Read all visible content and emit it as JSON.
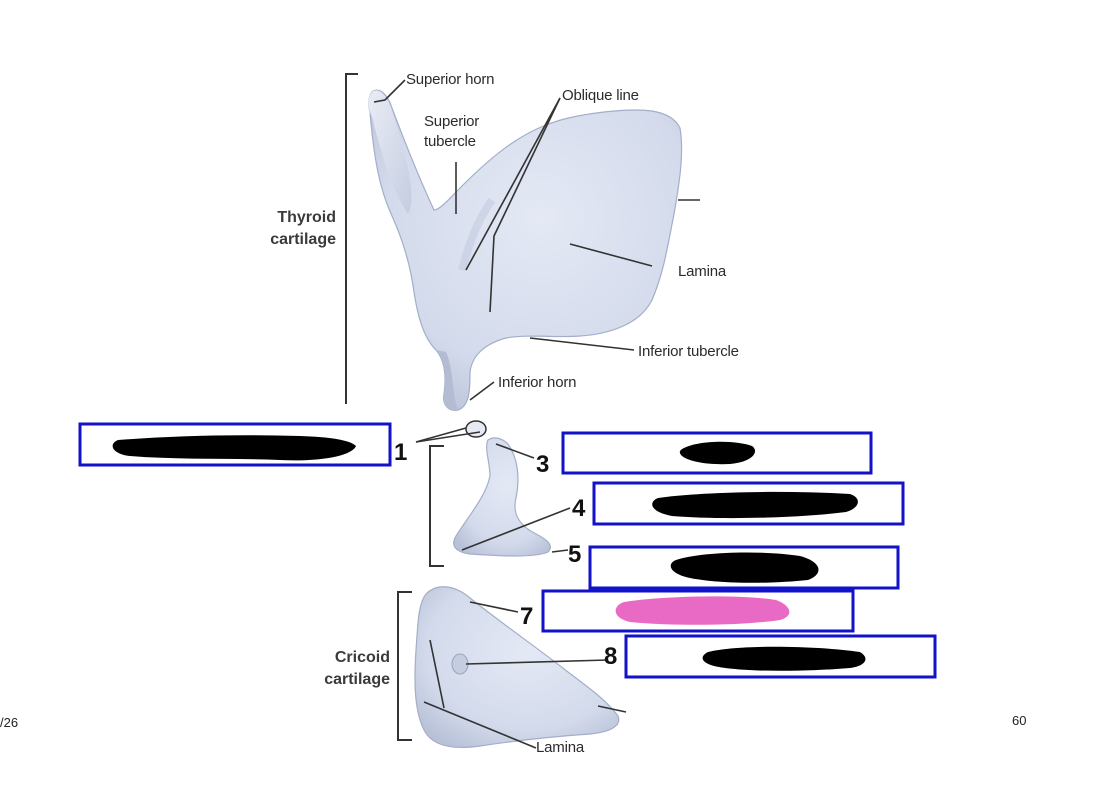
{
  "thyroid": {
    "title_line1": "Thyroid",
    "title_line2": "cartilage",
    "labels": {
      "superior_horn": "Superior horn",
      "oblique_line": "Oblique line",
      "superior_tubercle_1": "Superior",
      "superior_tubercle_2": "tubercle",
      "lamina": "Lamina",
      "inferior_tubercle": "Inferior tubercle",
      "inferior_horn": "Inferior horn"
    }
  },
  "cricoid": {
    "title_line1": "Cricoid",
    "title_line2": "cartilage",
    "lamina": "Lamina"
  },
  "numbers": [
    "1",
    "3",
    "4",
    "5",
    "7",
    "8"
  ],
  "answer_boxes": [
    {
      "number": "1",
      "state": "redacted"
    },
    {
      "number": "3",
      "state": "redacted"
    },
    {
      "number": "4",
      "state": "redacted"
    },
    {
      "number": "5",
      "state": "redacted"
    },
    {
      "number": "7",
      "state": "highlighted"
    },
    {
      "number": "8",
      "state": "redacted"
    }
  ],
  "colors": {
    "box_border": "#1212c8",
    "redaction": "#000000",
    "highlight": "#e86ac4",
    "cartilage_fill": "#d9dfee"
  },
  "footer": {
    "left": "/26",
    "right": "60"
  }
}
